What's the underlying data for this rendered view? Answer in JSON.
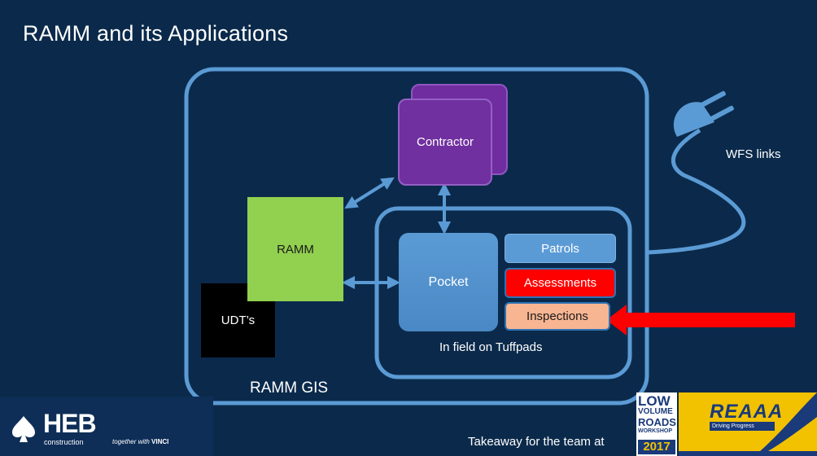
{
  "slide": {
    "title": "RAMM and its Applications"
  },
  "diagram": {
    "outer_label": "RAMM GIS",
    "inner_label": "In field on Tuffpads",
    "contractor": "Contractor",
    "ramm": "RAMM",
    "udts": "UDT’s",
    "pocket": "Pocket",
    "modules": [
      "Patrols",
      "Assessments",
      "Inspections"
    ],
    "plug_label": "WFS links"
  },
  "footer": {
    "heb_name": "HEB",
    "heb_sub": "construction",
    "vinci_prefix": "together with",
    "vinci_brand": "VINCI",
    "takeaway": "Takeaway for the team at",
    "lvr_lines": [
      "LOW",
      "VOLUME",
      "ROADS",
      "WORKSHOP"
    ],
    "lvr_year": "2017",
    "reaaa_brand": "REAAA",
    "reaaa_tag": "Driving Progress"
  },
  "colors": {
    "background": "#0b2a4b",
    "outline": "#5b9bd5",
    "contractor": "#7030a0",
    "ramm": "#92d050",
    "pocket": "#5b9bd5",
    "assessments": "#ff0000",
    "inspections": "#f8b592",
    "arrow": "#ff0000"
  }
}
